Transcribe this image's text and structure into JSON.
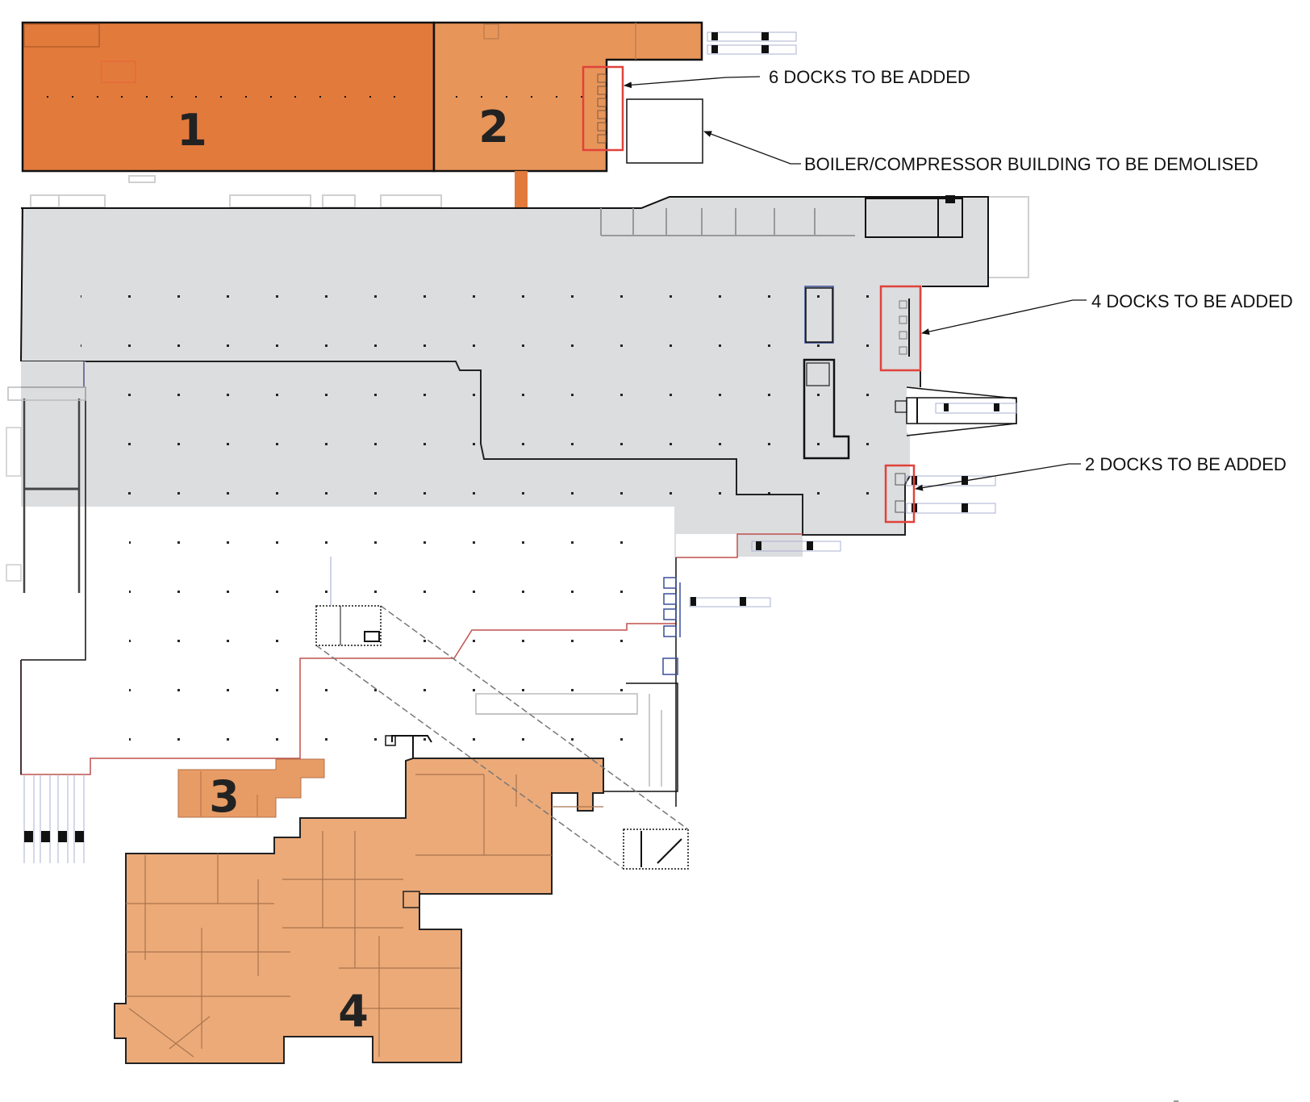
{
  "colors": {
    "building_1": "#E27A3C",
    "building_2": "#E8955A",
    "building_3": "#E89C65",
    "building_4": "#ECAA78",
    "main_floor": "#DCDDDF",
    "highlight_box": "#E0423A",
    "outline": "#111111",
    "red_line": "#C0504D",
    "blue_dock": "#3A4E9A"
  },
  "buildings": [
    {
      "id": "1",
      "label": "1"
    },
    {
      "id": "2",
      "label": "2"
    },
    {
      "id": "3",
      "label": "3"
    },
    {
      "id": "4",
      "label": "4"
    }
  ],
  "callouts": [
    {
      "id": "docks-6",
      "text": "6 DOCKS TO BE ADDED"
    },
    {
      "id": "boiler",
      "text": "BOILER/COMPRESSOR BUILDING TO BE DEMOLISED"
    },
    {
      "id": "docks-4",
      "text": "4 DOCKS TO BE ADDED"
    },
    {
      "id": "docks-2",
      "text": "2 DOCKS TO BE ADDED"
    }
  ]
}
